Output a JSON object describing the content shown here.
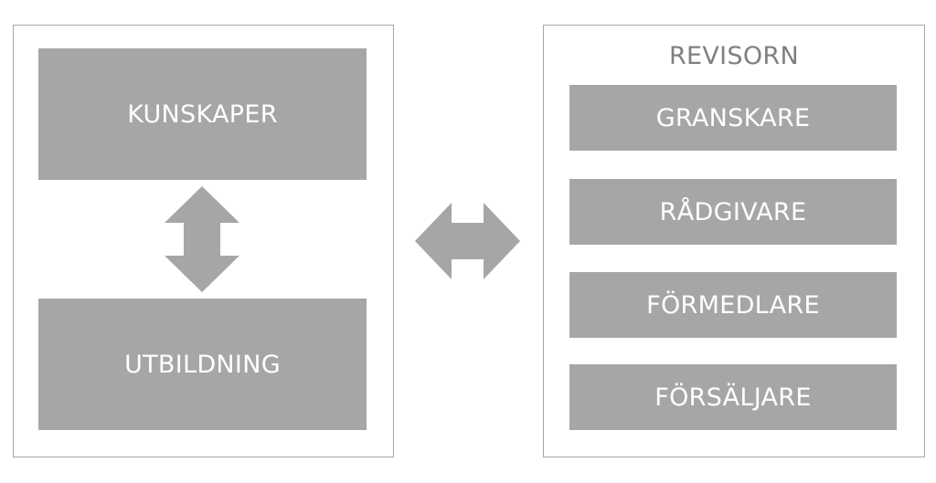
{
  "left": {
    "top_box_label": "KUNSKAPER",
    "bottom_box_label": "UTBILDNING"
  },
  "right": {
    "title": "REVISORN",
    "roles": [
      {
        "label": "GRANSKARE"
      },
      {
        "label": "RÅDGIVARE"
      },
      {
        "label": "FÖRMEDLARE"
      },
      {
        "label": "FÖRSÄLJARE"
      }
    ]
  },
  "colors": {
    "box_fill": "#a6a6a6",
    "box_text": "#ffffff",
    "panel_border": "#a6a6a6",
    "title_text": "#7f7f7f"
  },
  "icons": {
    "vertical_arrow": "double-arrow-vertical-icon",
    "horizontal_arrow": "double-arrow-horizontal-icon"
  }
}
